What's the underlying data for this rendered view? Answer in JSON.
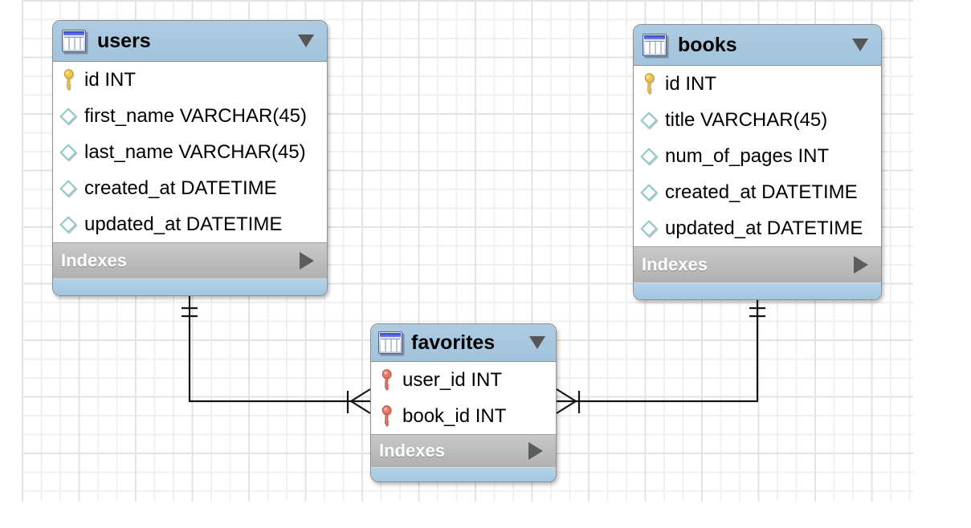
{
  "diagram": {
    "type": "eer-diagram",
    "colors": {
      "table_header_blue": "#a6c6de",
      "table_footer_blue": "#a8cbe4",
      "indexes_gray": "#bcbcbc",
      "table_body": "#ffffff",
      "table_border": "#8f8f8f",
      "relationship_line": "#151515",
      "primary_key_icon": "#eec54e",
      "foreign_primary_key_icon": "#e2796a",
      "column_diamond_icon": "#8fc7c9",
      "grid_minor": "#f0f0f0",
      "grid_major": "#e3e3e3"
    }
  },
  "tables": [
    {
      "id": "users",
      "title": "users",
      "collapse_icon": "triangle-down",
      "columns": [
        {
          "icon": "primary-key",
          "label": "id INT"
        },
        {
          "icon": "column",
          "label": "first_name VARCHAR(45)"
        },
        {
          "icon": "column",
          "label": "last_name VARCHAR(45)"
        },
        {
          "icon": "column",
          "label": "created_at DATETIME"
        },
        {
          "icon": "column",
          "label": "updated_at DATETIME"
        }
      ],
      "footer_label": "Indexes",
      "footer_icon": "triangle-right"
    },
    {
      "id": "books",
      "title": "books",
      "collapse_icon": "triangle-down",
      "columns": [
        {
          "icon": "primary-key",
          "label": "id INT"
        },
        {
          "icon": "column",
          "label": "title VARCHAR(45)"
        },
        {
          "icon": "column",
          "label": "num_of_pages INT"
        },
        {
          "icon": "column",
          "label": "created_at DATETIME"
        },
        {
          "icon": "column",
          "label": "updated_at DATETIME"
        }
      ],
      "footer_label": "Indexes",
      "footer_icon": "triangle-right"
    },
    {
      "id": "favorites",
      "title": "favorites",
      "collapse_icon": "triangle-down",
      "columns": [
        {
          "icon": "foreign-primary-key",
          "label": "user_id INT"
        },
        {
          "icon": "foreign-primary-key",
          "label": "book_id INT"
        }
      ],
      "footer_label": "Indexes",
      "footer_icon": "triangle-right"
    }
  ],
  "relationships": [
    {
      "name": "users-favorites",
      "from_table": "users",
      "to_table": "favorites",
      "from_cardinality": "one",
      "to_cardinality": "one-or-many",
      "line_style": "solid"
    },
    {
      "name": "books-favorites",
      "from_table": "books",
      "to_table": "favorites",
      "from_cardinality": "one",
      "to_cardinality": "one-or-many",
      "line_style": "solid"
    }
  ]
}
